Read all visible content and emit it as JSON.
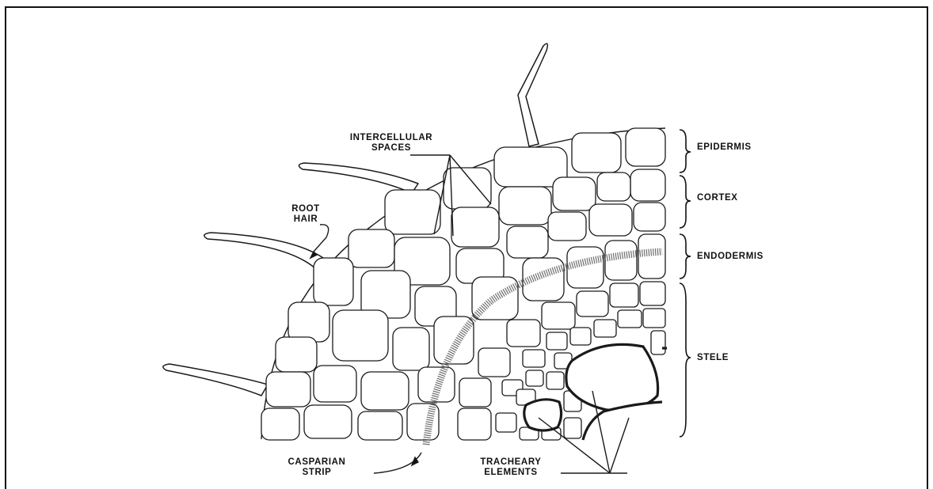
{
  "labels": {
    "epidermis": "EPIDERMIS",
    "cortex": "CORTEX",
    "endodermis": "ENDODERMIS",
    "stele": "STELE",
    "intercellular_spaces": "INTERCELLULAR\nSPACES",
    "root_hair": "ROOT\nHAIR",
    "casparian_strip": "CASPARIAN\nSTRIP",
    "tracheary_elements": "TRACHEARY\nELEMENTS"
  }
}
